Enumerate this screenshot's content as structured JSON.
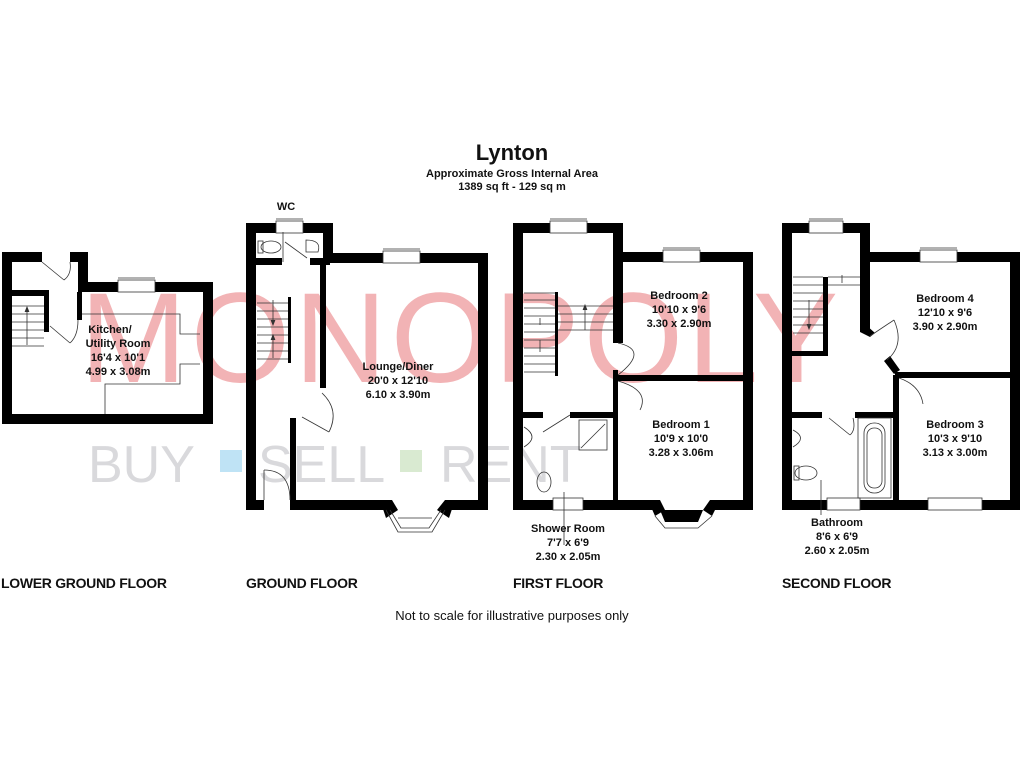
{
  "header": {
    "title": "Lynton",
    "subtitle": "Approximate Gross Internal Area",
    "area": "1389 sq ft - 129 sq m"
  },
  "watermark": {
    "brand": "MONOPOLY",
    "tagline": [
      "BUY",
      "SELL",
      "RENT"
    ],
    "brand_color": "#f2b3b5",
    "tagline_color": "#d9d9dc",
    "square_colors": [
      "#bfe3f5",
      "#d9ead1"
    ]
  },
  "floors": [
    {
      "name": "LOWER GROUND FLOOR",
      "rooms": [
        {
          "name": "Kitchen/",
          "name2": "Utility Room",
          "imperial": "16'4 x 10'1",
          "metric": "4.99 x 3.08m"
        }
      ]
    },
    {
      "name": "GROUND FLOOR",
      "rooms": [
        {
          "name": "WC"
        },
        {
          "name": "Lounge/Diner",
          "imperial": "20'0 x 12'10",
          "metric": "6.10 x 3.90m"
        }
      ]
    },
    {
      "name": "FIRST FLOOR",
      "rooms": [
        {
          "name": "Bedroom 2",
          "imperial": "10'10 x 9'6",
          "metric": "3.30 x 2.90m"
        },
        {
          "name": "Bedroom 1",
          "imperial": "10'9 x 10'0",
          "metric": "3.28 x 3.06m"
        },
        {
          "name": "Shower Room",
          "imperial": "7'7 x 6'9",
          "metric": "2.30 x 2.05m"
        }
      ]
    },
    {
      "name": "SECOND FLOOR",
      "rooms": [
        {
          "name": "Bedroom 4",
          "imperial": "12'10 x 9'6",
          "metric": "3.90 x 2.90m"
        },
        {
          "name": "Bedroom 3",
          "imperial": "10'3 x 9'10",
          "metric": "3.13 x 3.00m"
        },
        {
          "name": "Bathroom",
          "imperial": "8'6 x 6'9",
          "metric": "2.60 x 2.05m"
        }
      ]
    }
  ],
  "footer": {
    "disclaimer": "Not to scale for illustrative purposes only"
  }
}
